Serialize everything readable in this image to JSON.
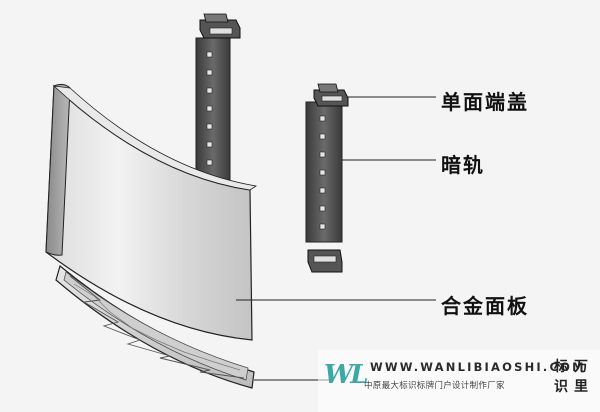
{
  "labels": {
    "end_cap": "单面端盖",
    "hidden_rail": "暗轨",
    "alloy_panel": "合金面板"
  },
  "watermark": {
    "logo": "WL",
    "url": "WWW.WANLIBIAOSHI.COM",
    "tagline": "中原最大标识标牌门户设计制作厂家",
    "brand_line1": "标万",
    "brand_line2": "识里"
  }
}
